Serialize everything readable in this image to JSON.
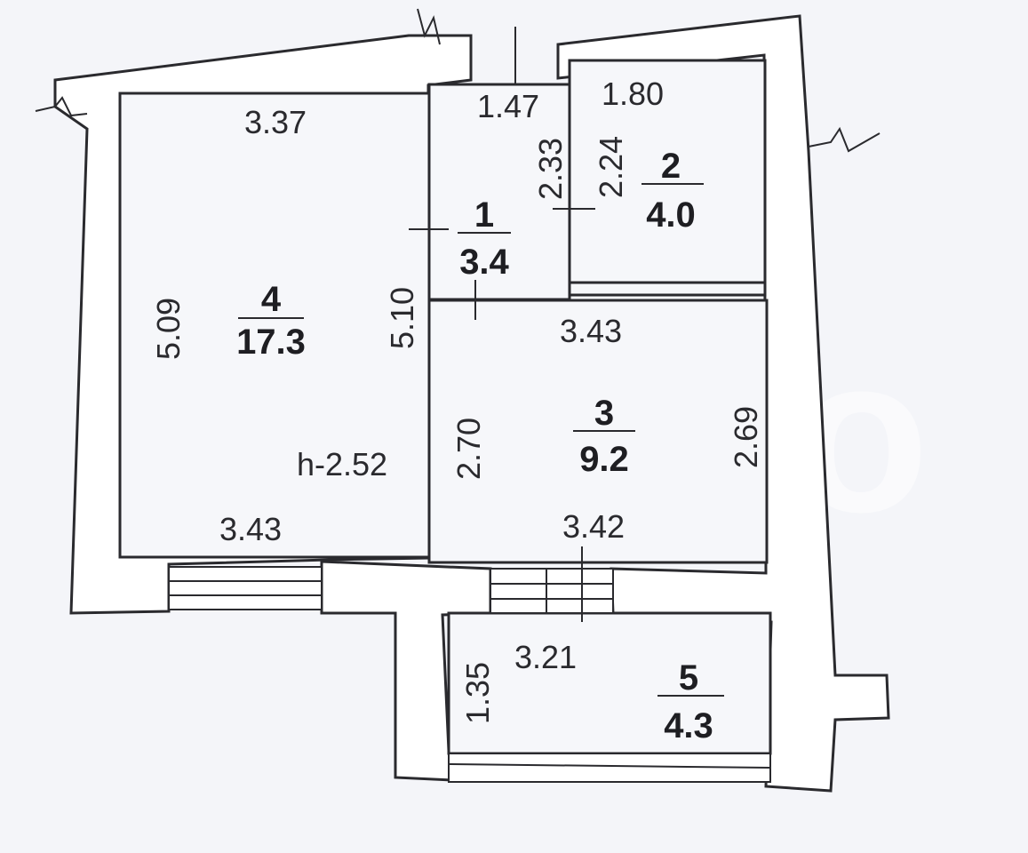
{
  "watermark": {
    "text": "Avito"
  },
  "rooms": [
    {
      "id": "1",
      "number": "1",
      "area": "3.4"
    },
    {
      "id": "2",
      "number": "2",
      "area": "4.0"
    },
    {
      "id": "3",
      "number": "3",
      "area": "9.2"
    },
    {
      "id": "4",
      "number": "4",
      "area": "17.3"
    },
    {
      "id": "5",
      "number": "5",
      "area": "4.3"
    }
  ],
  "dimensions": {
    "room4_top": "3.37",
    "room4_left": "5.09",
    "room4_right": "5.10",
    "room4_bottom": "3.43",
    "ceiling_height": "h-2.52",
    "room1_top": "1.47",
    "room1_side": "2.33",
    "room2_top": "1.80",
    "room2_side": "2.24",
    "room3_top": "3.43",
    "room3_left": "2.70",
    "room3_right": "2.69",
    "room3_bottom": "3.42",
    "room5_top": "3.21",
    "room5_side": "1.35"
  }
}
